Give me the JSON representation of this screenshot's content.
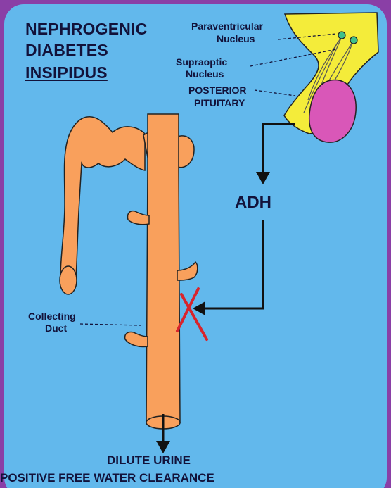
{
  "title": {
    "line1": "NEPHROGENIC",
    "line2": "DIABETES",
    "line3": "INSIPIDUS"
  },
  "labels": {
    "paraventricular_line1": "Paraventricular",
    "paraventricular_line2": "Nucleus",
    "supraoptic_line1": "Supraoptic",
    "supraoptic_line2": "Nucleus",
    "posterior_line1": "POSTERIOR",
    "posterior_line2": "PITUITARY",
    "hormone": "ADH",
    "collecting_line1": "Collecting",
    "collecting_line2": "Duct"
  },
  "footer": {
    "line1": "DILUTE URINE",
    "line2": "POSITIVE FREE WATER CLEARANCE"
  },
  "colors": {
    "background": "#62b8ec",
    "frame": "#8a3fa6",
    "tubule": "#f9a05c",
    "hypothalamus": "#f4ec3a",
    "pituitary": "#d957b8",
    "block_mark": "#d8242c",
    "text": "#12123a"
  }
}
